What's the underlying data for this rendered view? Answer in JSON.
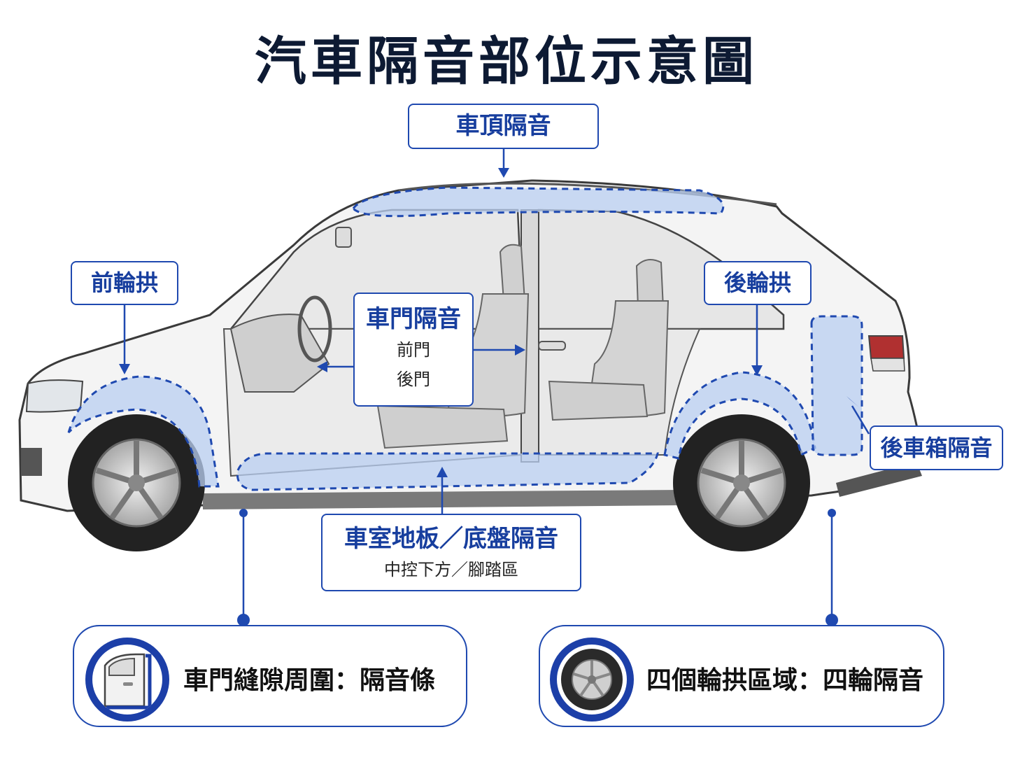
{
  "title": "汽車隔音部位示意圖",
  "colors": {
    "accent": "#1f49b0",
    "highlight": "#b9cff2",
    "text": "#0d1a33"
  },
  "labels": {
    "roof": "車頂隔音",
    "front_arch": "前輪拱",
    "rear_arch": "後輪拱",
    "door": {
      "main": "車門隔音",
      "sub1": "前門",
      "sub2": "後門"
    },
    "trunk": "後車箱隔音",
    "floor": {
      "main": "車室地板／底盤隔音",
      "sub": "中控下方／腳踏區"
    }
  },
  "cards": {
    "door_seal": {
      "text": "車門縫隙周圍：隔音條",
      "icon": "car-door-icon"
    },
    "wheel": {
      "text": "四個輪拱區域：四輪隔音",
      "icon": "wheel-icon"
    }
  }
}
